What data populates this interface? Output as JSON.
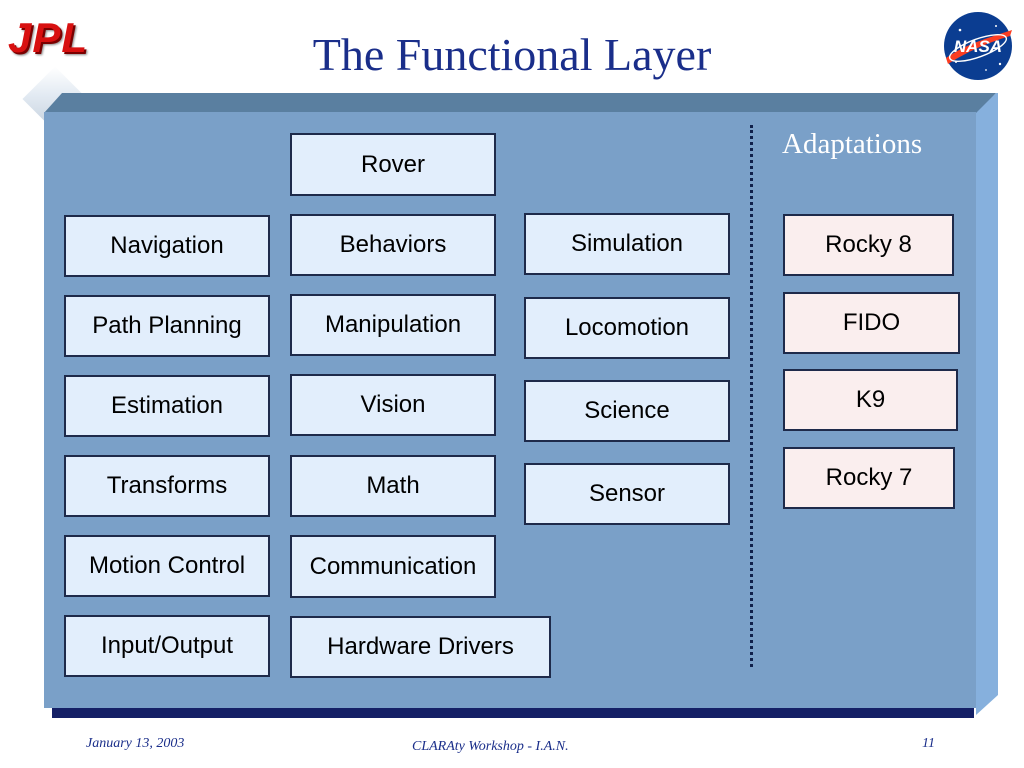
{
  "title": "The Functional Layer",
  "logos": {
    "left": "JPL",
    "right": "NASA"
  },
  "adaptations_title": "Adaptations",
  "modules": {
    "rover": "Rover",
    "navigation": "Navigation",
    "behaviors": "Behaviors",
    "simulation": "Simulation",
    "path_planning": "Path Planning",
    "manipulation": "Manipulation",
    "locomotion": "Locomotion",
    "estimation": "Estimation",
    "vision": "Vision",
    "science": "Science",
    "transforms": "Transforms",
    "math": "Math",
    "sensor": "Sensor",
    "motion_control": "Motion Control",
    "communication": "Communication",
    "input_output": "Input/Output",
    "hardware_drivers": "Hardware Drivers"
  },
  "adaptations": {
    "rocky8": "Rocky 8",
    "fido": "FIDO",
    "k9": "K9",
    "rocky7": "Rocky 7"
  },
  "footer": {
    "date": "January 13, 2003",
    "center": "CLARAty Workshop - I.A.N.",
    "page": "11"
  },
  "colors": {
    "title": "#1a2e8a",
    "panel": "#7aa0c8",
    "module_box": "#e2eefc",
    "adaptation_box": "#faeeee",
    "jpl_logo": "#d81010"
  }
}
